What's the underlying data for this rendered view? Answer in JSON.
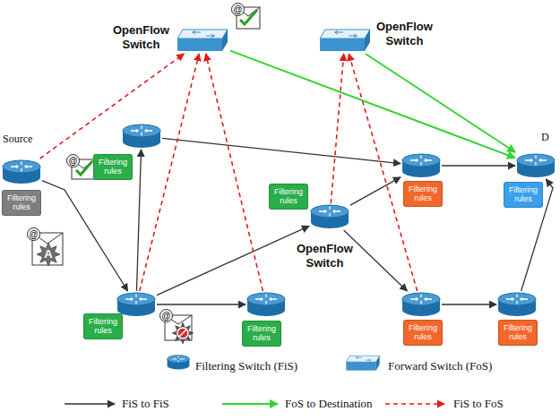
{
  "diagram": {
    "nodes": [
      {
        "text": [
          "OpenFlow Switch"
        ]
      },
      {
        "text": [
          "OpenFlow Switch"
        ]
      },
      {
        "text": [
          "Source",
          "Filtering rules"
        ]
      },
      {
        "text": [
          "Filtering rules"
        ]
      },
      {
        "text": [
          "D",
          "Filtering rules"
        ]
      },
      {
        "text": [
          "Filtering rules"
        ]
      },
      {
        "text": [
          "Filtering rules",
          "OpenFlow Switch"
        ]
      },
      {
        "text": [
          "Filtering rules"
        ]
      },
      {
        "text": [
          "Filtering rules"
        ]
      },
      {
        "text": [
          "Filtering rules"
        ]
      },
      {
        "text": [
          "Filtering rules"
        ]
      }
    ],
    "edges": [
      {
        "from": 2,
        "to": 7,
        "arrow": "to"
      },
      {
        "from": 3,
        "to": 5,
        "arrow": "to"
      },
      {
        "from": 7,
        "to": 3,
        "arrow": "to"
      },
      {
        "from": 7,
        "to": 6,
        "arrow": "to"
      },
      {
        "from": 7,
        "to": 8,
        "arrow": "to"
      },
      {
        "from": 6,
        "to": 5,
        "arrow": "to"
      },
      {
        "from": 6,
        "to": 9,
        "arrow": "to"
      },
      {
        "from": 5,
        "to": 4,
        "arrow": "to"
      },
      {
        "from": 9,
        "to": 10,
        "arrow": "to"
      },
      {
        "from": 10,
        "to": 4,
        "arrow": "to"
      },
      {
        "from": 2,
        "to": 0,
        "arrow": "to"
      },
      {
        "from": 7,
        "to": 0,
        "arrow": "to"
      },
      {
        "from": 8,
        "to": 0,
        "arrow": "to"
      },
      {
        "from": 6,
        "to": 1,
        "arrow": "to"
      },
      {
        "from": 9,
        "to": 1,
        "arrow": "to"
      },
      {
        "from": 0,
        "to": 4,
        "arrow": "to"
      },
      {
        "from": 1,
        "to": 4,
        "arrow": "to"
      }
    ],
    "labels": [
      "@",
      "@",
      "@",
      "@",
      "A"
    ],
    "legend": [
      {
        "text": "Filtering Switch (FiS)"
      },
      {
        "text": "Forward Switch (FoS)"
      },
      {
        "text": "FiS to FiS"
      },
      {
        "text": "FoS to Destination"
      },
      {
        "text": "FiS to FoS"
      }
    ]
  }
}
